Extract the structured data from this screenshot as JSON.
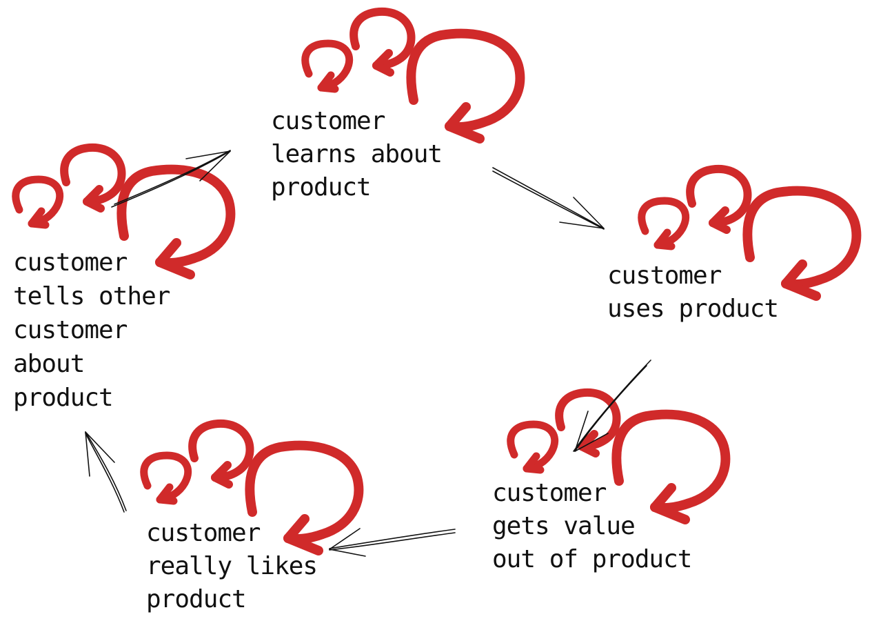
{
  "colors": {
    "loop": "#d02a2a",
    "arrow": "#111111",
    "text": "#111111",
    "background": "#ffffff"
  },
  "nodes": [
    {
      "id": "learns",
      "lines": [
        "customer",
        "learns about",
        "product"
      ]
    },
    {
      "id": "uses",
      "lines": [
        "customer",
        "uses product"
      ]
    },
    {
      "id": "value",
      "lines": [
        "customer",
        "gets value",
        "out of product"
      ]
    },
    {
      "id": "likes",
      "lines": [
        "customer",
        "really likes",
        "product"
      ]
    },
    {
      "id": "tells",
      "lines": [
        "customer",
        "tells other",
        "customer",
        "about",
        "product"
      ]
    }
  ],
  "edges": [
    {
      "from": "learns",
      "to": "uses"
    },
    {
      "from": "uses",
      "to": "value"
    },
    {
      "from": "value",
      "to": "likes"
    },
    {
      "from": "likes",
      "to": "tells"
    },
    {
      "from": "tells",
      "to": "learns"
    }
  ]
}
